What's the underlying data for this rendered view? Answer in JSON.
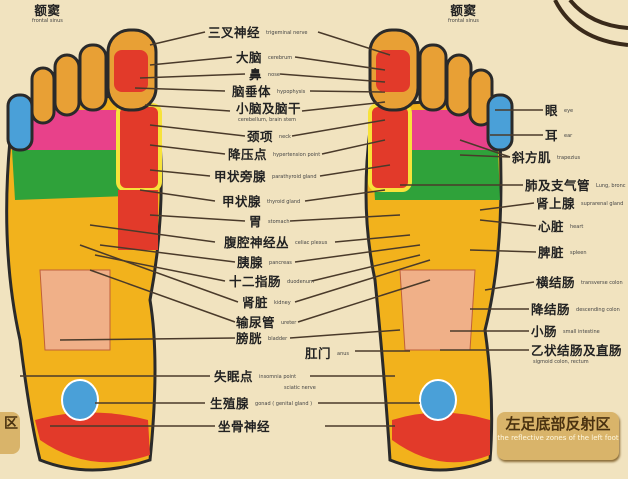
{
  "top": {
    "left_zh": "额窦",
    "left_en": "frontal sinus",
    "right_zh": "额窦",
    "right_en": "frontal sinus"
  },
  "center_labels": [
    {
      "zh": "三叉神经",
      "en": "trigeminal nerve"
    },
    {
      "zh": "大脑",
      "en": "cerebrum"
    },
    {
      "zh": "鼻",
      "en": "nose"
    },
    {
      "zh": "脑垂体",
      "en": "hypophysis"
    },
    {
      "zh": "小脑及脑干",
      "en": "cerebellum, brain stem"
    },
    {
      "zh": "颈项",
      "en": "neck"
    },
    {
      "zh": "降压点",
      "en": "hypertension point"
    },
    {
      "zh": "甲状旁腺",
      "en": "parathyroid gland"
    },
    {
      "zh": "甲状腺",
      "en": "thyroid gland"
    },
    {
      "zh": "胃",
      "en": "stomach"
    },
    {
      "zh": "腹腔神经丛",
      "en": "celiac plexus"
    },
    {
      "zh": "胰腺",
      "en": "pancreas"
    },
    {
      "zh": "十二指肠",
      "en": "duodenum"
    },
    {
      "zh": "肾脏",
      "en": "kidney"
    },
    {
      "zh": "输尿管",
      "en": "ureter"
    },
    {
      "zh": "膀胱",
      "en": "bladder"
    },
    {
      "zh": "肛门",
      "en": "anus"
    },
    {
      "zh": "失眠点",
      "en": "insomnia point"
    },
    {
      "zh": "生殖腺",
      "en": "gonad ( genital gland )"
    },
    {
      "zh": "坐骨神经",
      "en": "sciatic nerve"
    }
  ],
  "right_labels": [
    {
      "zh": "眼",
      "en": "eye"
    },
    {
      "zh": "耳",
      "en": "ear"
    },
    {
      "zh": "斜方肌",
      "en": "trapezius"
    },
    {
      "zh": "肺及支气管",
      "en": "Lung, bronc"
    },
    {
      "zh": "肾上腺",
      "en": "suprarenal gland"
    },
    {
      "zh": "心脏",
      "en": "heart"
    },
    {
      "zh": "脾脏",
      "en": "spleen"
    },
    {
      "zh": "横结肠",
      "en": "transverse colon"
    },
    {
      "zh": "降结肠",
      "en": "descending colon"
    },
    {
      "zh": "小肠",
      "en": "small intestine"
    },
    {
      "zh": "乙状结肠及直肠",
      "en": "sigmoid colon, rectum"
    }
  ],
  "badge": {
    "title": "左足底部反射区",
    "subtitle": "the reflective zones of the left foot"
  },
  "left_badge_fragment": "区",
  "colors": {
    "background": "#f1e3bf",
    "badge": "#d9b46a",
    "foot_outline": "#2a2a2a",
    "heel": "#e23a2a",
    "arch": "#f2b21c",
    "lung": "#2fa23a",
    "toes": "#e8a035"
  }
}
